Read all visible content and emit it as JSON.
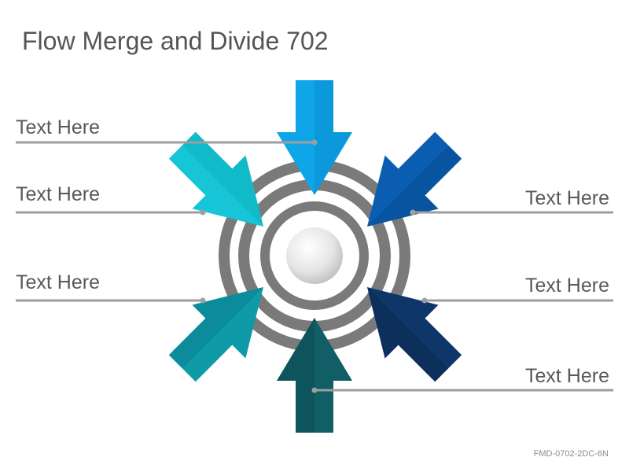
{
  "title": "Flow Merge and Divide 702",
  "labels": [
    "Text Here",
    "Text Here",
    "Text Here",
    "Text Here",
    "Text Here",
    "Text Here"
  ],
  "footer_code": "FMD-0702-2DC-6N",
  "colors": {
    "arrow_top": "#0ea5e9",
    "arrow_upper_left": "#16c5d6",
    "arrow_lower_left": "#0f9aa8",
    "arrow_upper_right": "#0a5db0",
    "arrow_lower_right": "#0f3668",
    "arrow_bottom": "#115e67",
    "rings": "#7a7a7a",
    "leader_lines": "#9e9e9e"
  }
}
